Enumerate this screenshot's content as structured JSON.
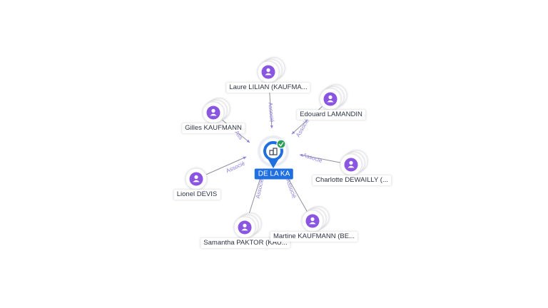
{
  "graph": {
    "center": {
      "label": "DE LA KA",
      "icon": "building-icon",
      "badge": "check-icon",
      "color": "#1f6fe0",
      "badge_color": "#2e9e5b"
    },
    "edge_label": "Associé",
    "person_color": "#8a55e0",
    "edge_color": "#8f8fa0",
    "nodes": [
      {
        "label": "Laure LILIAN (KAUFMA...",
        "icon": "person-icon",
        "stacked": true,
        "edge_label": "Associé"
      },
      {
        "label": "Edouard LAMANDIN",
        "icon": "person-icon",
        "stacked": true,
        "edge_label": "Associé"
      },
      {
        "label": "Gilles KAUFMANN",
        "icon": "person-icon",
        "stacked": true,
        "edge_label": "Ass"
      },
      {
        "label": "Charlotte DEWAILLY (...",
        "icon": "person-icon",
        "stacked": true,
        "edge_label": "Associé"
      },
      {
        "label": "Lionel DEVIS",
        "icon": "person-icon",
        "stacked": false,
        "edge_label": "Associé"
      },
      {
        "label": "Samantha PAKTOR (KAU...",
        "icon": "person-icon",
        "stacked": true,
        "edge_label": "Associé"
      },
      {
        "label": "Martine KAUFMANN (BE...",
        "icon": "person-icon",
        "stacked": true,
        "edge_label": "Associé"
      }
    ]
  }
}
